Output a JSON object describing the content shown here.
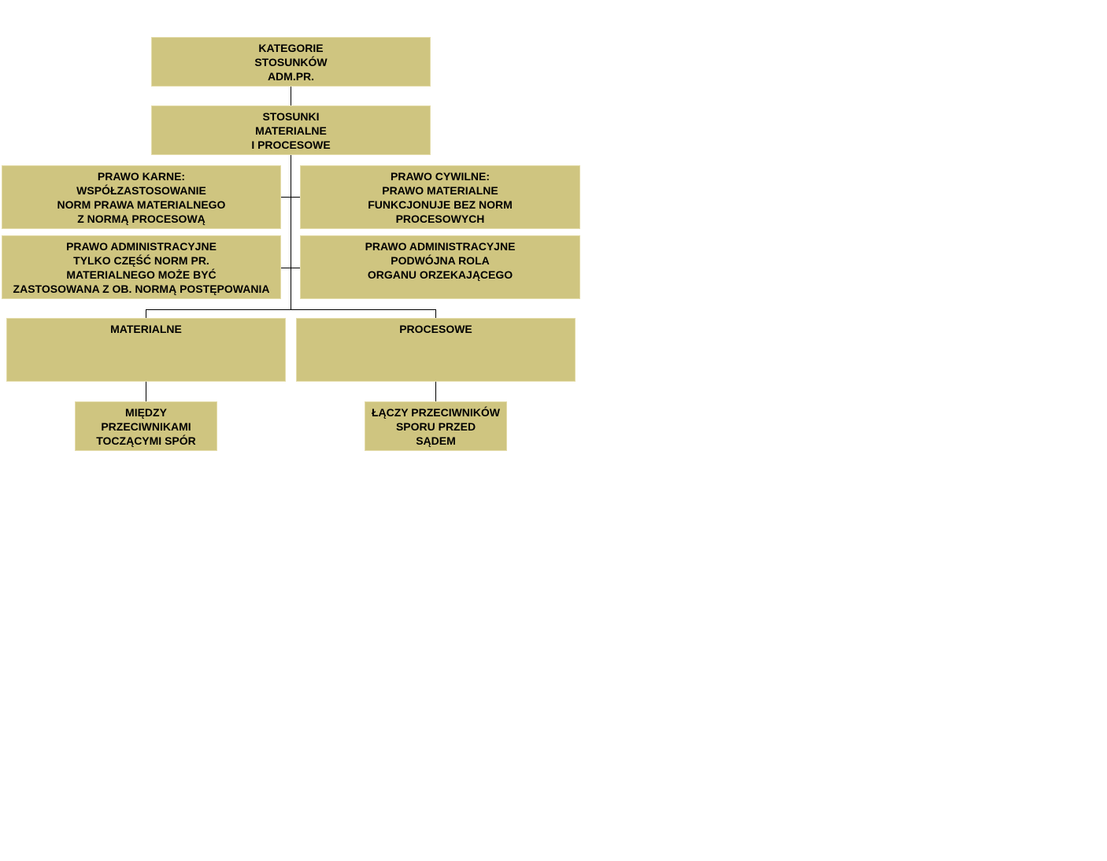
{
  "diagram": {
    "colors": {
      "box_fill": "#cfc580",
      "box_border": "#e4dcaa",
      "connector": "#000000",
      "text": "#000000"
    },
    "root": {
      "lines": [
        "KATEGORIE",
        "STOSUNKÓW",
        "ADM.PR."
      ]
    },
    "level2": {
      "lines": [
        "STOSUNKI",
        "MATERIALNE",
        "I PROCESOWE"
      ]
    },
    "karne": {
      "lines": [
        "PRAWO KARNE:",
        "WSPÓŁZASTOSOWANIE",
        "NORM PRAWA MATERIALNEGO",
        "Z NORMĄ PROCESOWĄ"
      ]
    },
    "cywilne": {
      "lines": [
        "PRAWO CYWILNE:",
        "PRAWO MATERIALNE",
        "FUNKCJONUJE BEZ NORM",
        "PROCESOWYCH"
      ]
    },
    "adm_left": {
      "lines": [
        "PRAWO ADMINISTRACYJNE",
        "TYLKO CZĘŚĆ NORM PR.",
        "MATERIALNEGO MOŻE BYĆ",
        "ZASTOSOWANA Z OB. NORMĄ POSTĘPOWANIA"
      ]
    },
    "adm_right": {
      "lines": [
        "PRAWO ADMINISTRACYJNE",
        "PODWÓJNA ROLA",
        "ORGANU ORZEKAJĄCEGO"
      ]
    },
    "materialne": {
      "lines": [
        "MATERIALNE"
      ]
    },
    "procesowe": {
      "lines": [
        "PROCESOWE"
      ]
    },
    "miedzy": {
      "lines": [
        "MIĘDZY",
        "PRZECIWNIKAMI",
        "TOCZĄCYMI SPÓR"
      ]
    },
    "laczy": {
      "lines": [
        "ŁĄCZY PRZECIWNIKÓW",
        "SPORU PRZED",
        "SĄDEM"
      ]
    }
  }
}
